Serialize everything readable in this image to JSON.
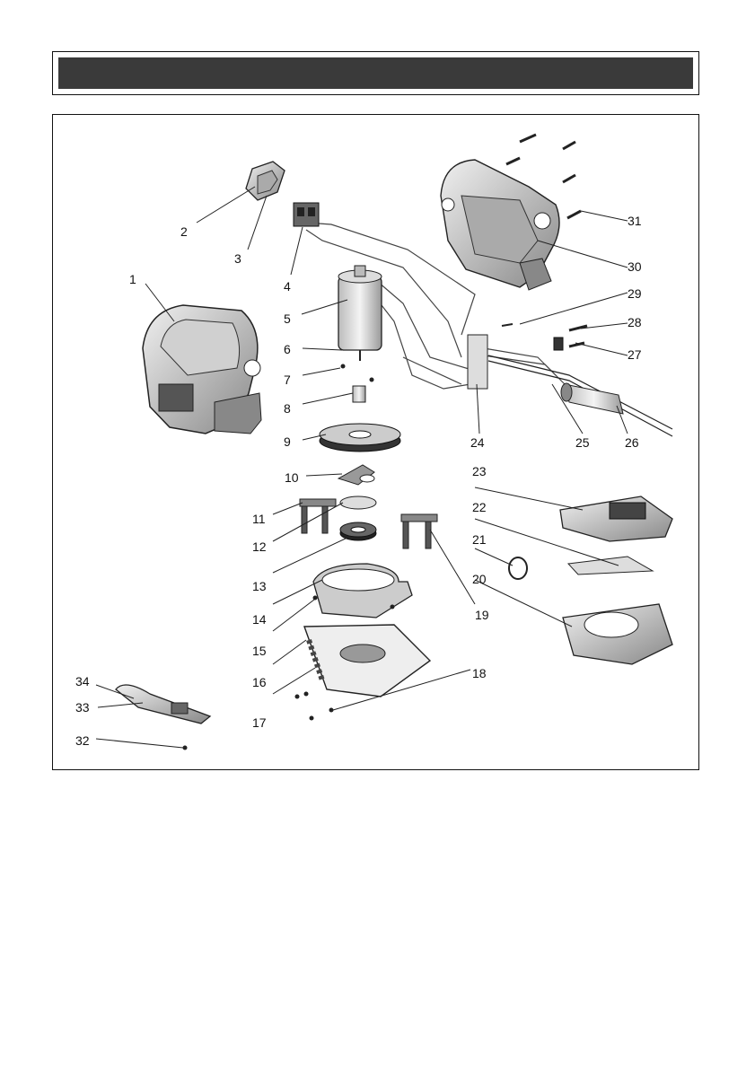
{
  "header": {
    "title": ""
  },
  "part_numbers": [
    "1",
    "2",
    "3",
    "4",
    "5",
    "6",
    "7",
    "8",
    "9",
    "10",
    "11",
    "12",
    "13",
    "14",
    "15",
    "16",
    "17",
    "18",
    "19",
    "20",
    "21",
    "22",
    "23",
    "24",
    "25",
    "26",
    "27",
    "28",
    "29",
    "30",
    "31",
    "32",
    "33",
    "34"
  ]
}
